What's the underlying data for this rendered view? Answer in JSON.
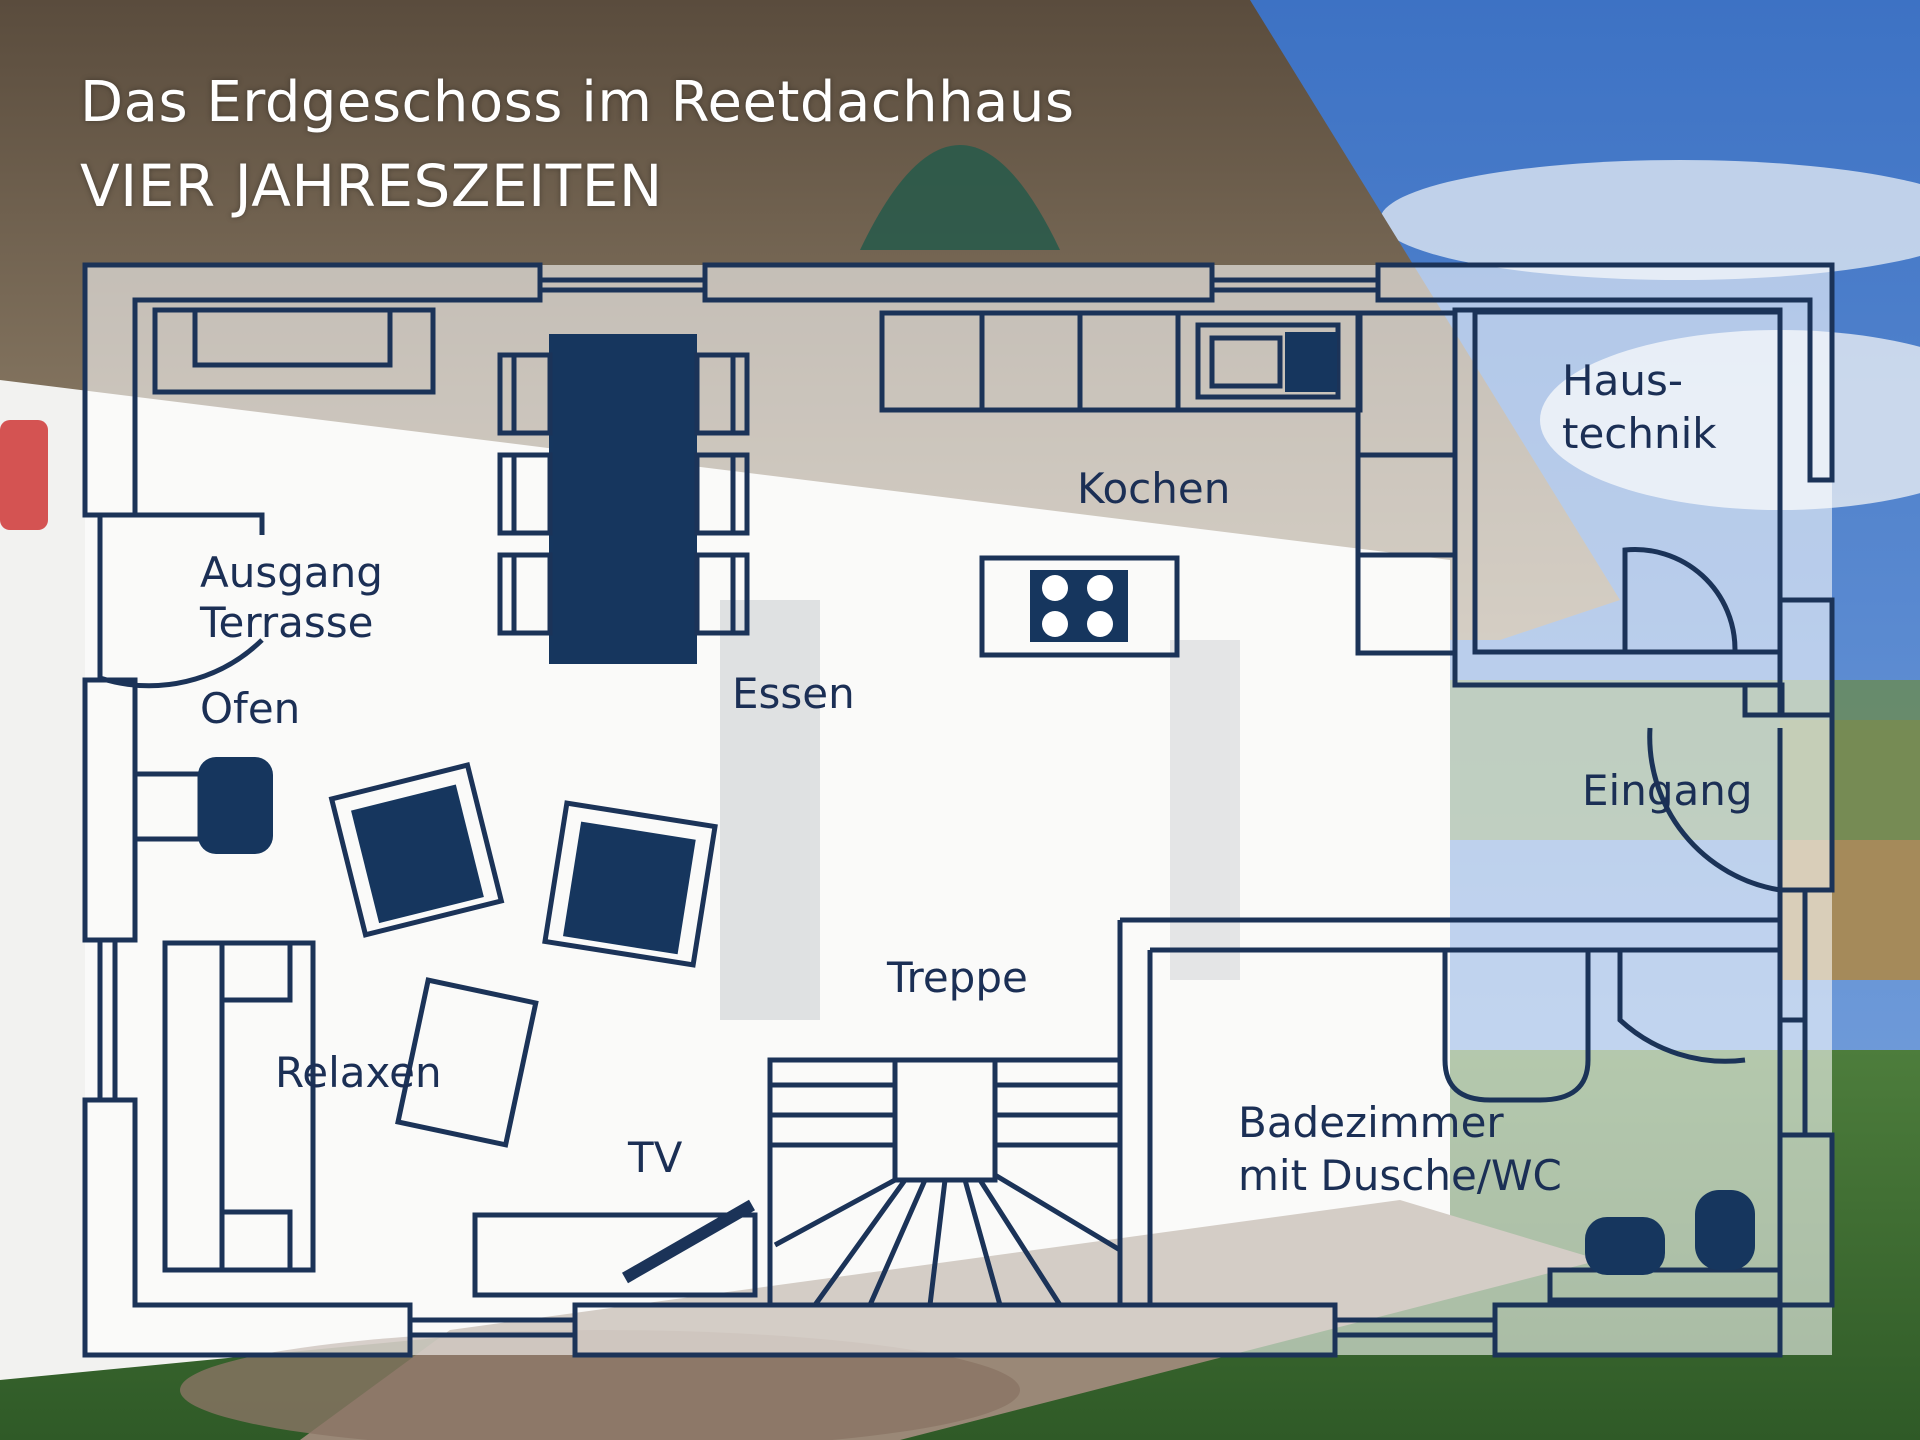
{
  "header": {
    "line1": "Das Erdgeschoss im Reetdachhaus",
    "line2": "VIER JAHRESZEITEN"
  },
  "rooms": {
    "haustechnik_1": "Haus-",
    "haustechnik_2": "technik",
    "kochen": "Kochen",
    "ausgang_1": "Ausgang",
    "ausgang_2": "Terrasse",
    "ofen": "Ofen",
    "essen": "Essen",
    "eingang": "Eingang",
    "treppe": "Treppe",
    "relaxen": "Relaxen",
    "tv": "TV",
    "bad_1": "Badezimmer",
    "bad_2": "mit Dusche/WC"
  },
  "colors": {
    "plan_line": "#1b3358",
    "furniture_fill": "#16365e",
    "plan_fill": "rgba(255,255,255,0.55)",
    "title_text": "#ffffff"
  }
}
